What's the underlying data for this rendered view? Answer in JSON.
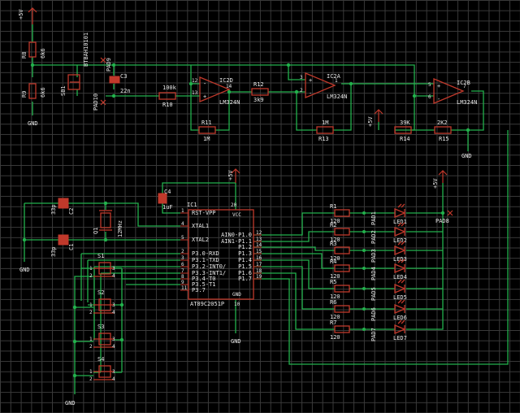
{
  "supplies": {
    "vcc_top": "+5V",
    "vcc_opamp": "+5V",
    "vcc_ic1": "+5V",
    "vcc_led": "+5V",
    "gnd_left": "GND",
    "gnd_r15": "GND",
    "gnd_osc": "GND",
    "gnd_ic1": "GND",
    "gnd_sw": "GND"
  },
  "input_stage": {
    "r8": {
      "name": "R8",
      "value": "6k6"
    },
    "r9": {
      "name": "R9",
      "value": "6k6"
    },
    "sb1": {
      "name": "SB1",
      "part": "BTBAH10101"
    },
    "pad09": "PAD9",
    "pad10": "PAD10",
    "c3": {
      "name": "C3",
      "value": "22n"
    },
    "r10": {
      "name": "R10",
      "value": "100k"
    }
  },
  "ic2d": {
    "name": "IC2D",
    "part": "LM324N",
    "pin_minus": "12",
    "pin_plus": "13",
    "pin_out": "14"
  },
  "r11": {
    "name": "R11",
    "value": "1M"
  },
  "r12": {
    "name": "R12",
    "value": "3k9"
  },
  "ic2a": {
    "name": "IC2A",
    "part": "LM324N",
    "pin_plus": "3",
    "pin_minus": "2",
    "pin_out": "1"
  },
  "r13": {
    "name": "R13",
    "value": "1M"
  },
  "ic2b": {
    "name": "IC2B",
    "part": "LM324N",
    "pin_plus": "5",
    "pin_minus": "6",
    "pin_out": "7"
  },
  "r14": {
    "name": "R14",
    "value": "39K"
  },
  "r15": {
    "name": "R15",
    "value": "2K2"
  },
  "osc": {
    "c2": {
      "name": "C2",
      "value": "33p"
    },
    "c1": {
      "name": "C1",
      "value": "33p"
    },
    "q1": {
      "name": "Q1",
      "value": "12MHz"
    },
    "c4": {
      "name": "C4",
      "value": "1uF"
    }
  },
  "ic1": {
    "name": "IC1",
    "part": "AT89C2051P",
    "left_pins": [
      {
        "num": "1",
        "label": "RST-VPP"
      },
      {
        "num": "4",
        "label": "XTAL1"
      },
      {
        "num": "5",
        "label": "XTAL2"
      },
      {
        "num": "2",
        "label": "P3.0-RXD"
      },
      {
        "num": "3",
        "label": "P3.1-TXD"
      },
      {
        "num": "6",
        "label": "P3.2-INT0/"
      },
      {
        "num": "7",
        "label": "P3.3-INT1/"
      },
      {
        "num": "8",
        "label": "P3.4-T0"
      },
      {
        "num": "9",
        "label": "P3.5-T1"
      },
      {
        "num": "11",
        "label": "P3.7"
      }
    ],
    "right_pins": [
      {
        "num": "12",
        "label": "AIN0-P1.0"
      },
      {
        "num": "13",
        "label": "AIN1-P1.1"
      },
      {
        "num": "14",
        "label": "P1.2"
      },
      {
        "num": "15",
        "label": "P1.3"
      },
      {
        "num": "16",
        "label": "P1.4"
      },
      {
        "num": "17",
        "label": "P1.5"
      },
      {
        "num": "18",
        "label": "P1.6"
      },
      {
        "num": "19",
        "label": "P1.7"
      }
    ],
    "vcc_pin": "20",
    "vcc_label": "VCC",
    "gnd_pin": "10",
    "gnd_label": "GND"
  },
  "leds": [
    {
      "r": "R1",
      "rv": "120",
      "pad": "PAD1",
      "led": "LED1"
    },
    {
      "r": "R2",
      "rv": "120",
      "pad": "PAD2",
      "led": "LED2"
    },
    {
      "r": "R3",
      "rv": "120",
      "pad": "PAD3",
      "led": "LED3"
    },
    {
      "r": "R4",
      "rv": "120",
      "pad": "PAD4",
      "led": "LED4"
    },
    {
      "r": "R5",
      "rv": "120",
      "pad": "PAD5",
      "led": "LED5"
    },
    {
      "r": "R6",
      "rv": "120",
      "pad": "PAD6",
      "led": "LED6"
    },
    {
      "r": "R7",
      "rv": "120",
      "pad": "PAD7",
      "led": "LED7"
    }
  ],
  "pad08": "PAD8",
  "switches": [
    {
      "name": "S1",
      "p1": "1",
      "p2": "2",
      "p3": "3",
      "p4": "4"
    },
    {
      "name": "S2",
      "p1": "1",
      "p2": "2",
      "p3": "3",
      "p4": "4"
    },
    {
      "name": "S3",
      "p1": "1",
      "p2": "2",
      "p3": "3",
      "p4": "4"
    },
    {
      "name": "S4",
      "p1": "1",
      "p2": "2",
      "p3": "3",
      "p4": "4"
    }
  ]
}
